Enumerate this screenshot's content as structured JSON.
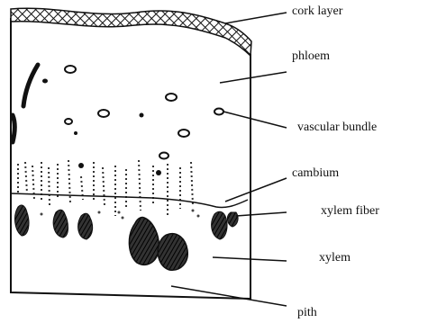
{
  "labels": {
    "cork_layer": "cork layer",
    "phloem": "phloem",
    "vascular_bundle": "vascular bundle",
    "cambium": "cambium",
    "xylem_fiber": "xylem fiber",
    "xylem": "xylem",
    "pith": "pith"
  },
  "colors": {
    "ink": "#111111",
    "background": "#ffffff"
  }
}
